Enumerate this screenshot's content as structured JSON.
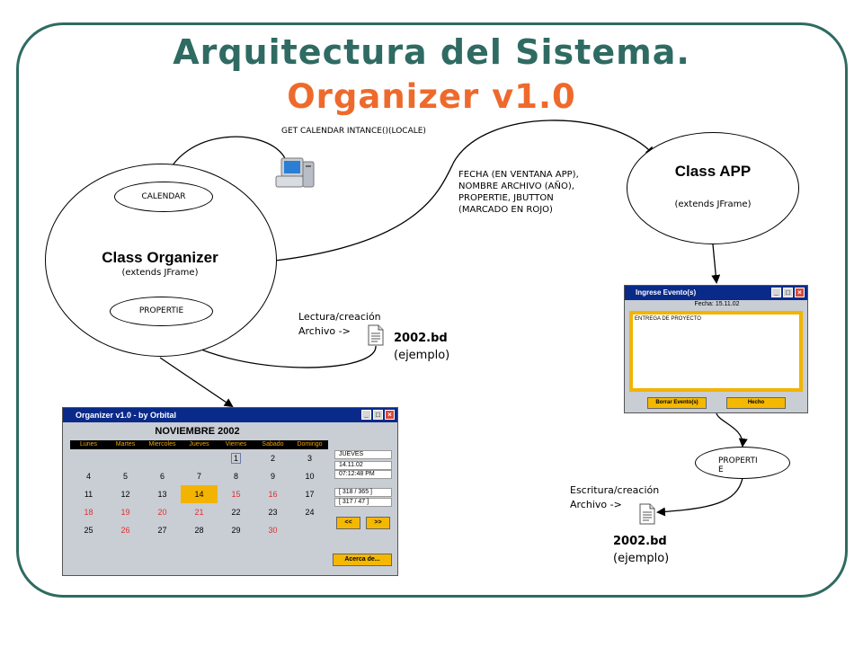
{
  "title": {
    "line1": "Arquitectura del Sistema.",
    "line2": "Organizer v1.0"
  },
  "colors": {
    "frame": "#2f6b62",
    "title1": "#2f6b62",
    "title2": "#ee6a2c",
    "accent_yellow": "#f2b400",
    "window_title": "#0a2a8a"
  },
  "diagram": {
    "get_calendar_label": "GET CALENDAR INTANCE()(LOCALE)",
    "computer_icon": "computer-icon",
    "organizer": {
      "class_name": "Class Organizer",
      "extends": "(extends JFrame)",
      "calendar_label": "CALENDAR",
      "propertie_label": "PROPERTIE"
    },
    "app": {
      "class_name": "Class APP",
      "extends": "(extends JFrame)"
    },
    "fecha_note": [
      "FECHA (EN VENTANA APP),",
      "NOMBRE ARCHIVO (AÑO),",
      "PROPERTIE, JBUTTON",
      "(MARCADO EN ROJO)"
    ],
    "lectura_label": [
      "Lectura/creación",
      "Archivo ->"
    ],
    "file_left": {
      "name": "2002.bd",
      "note": "(ejemplo)"
    },
    "escritura_label": [
      "Escritura/creación",
      "Archivo ->"
    ],
    "file_right": {
      "name": "2002.bd",
      "note": "(ejemplo)"
    },
    "properti_label": [
      "PROPERTI",
      "E"
    ]
  },
  "organizer_window": {
    "title": "Organizer v1.0  -  by Orbital",
    "month": "NOVIEMBRE 2002",
    "weekdays": [
      "Lunes",
      "Martes",
      "Miercoles",
      "Jueves",
      "Viernes",
      "Sabado",
      "Domingo"
    ],
    "weeks": [
      [
        "",
        "",
        "",
        "",
        "1",
        "2",
        "3"
      ],
      [
        "4",
        "5",
        "6",
        "7",
        "8",
        "9",
        "10"
      ],
      [
        "11",
        "12",
        "13",
        "14",
        "15",
        "16",
        "17"
      ],
      [
        "18",
        "19",
        "20",
        "21",
        "22",
        "23",
        "24"
      ],
      [
        "25",
        "26",
        "27",
        "28",
        "29",
        "30",
        ""
      ]
    ],
    "side": {
      "day": "JUEVES",
      "date": "14.11.02",
      "time": "07:12:48 PM",
      "counter1": "[ 318 / 365 ]",
      "counter2": "[ 317 / 47 ]",
      "prev": "<<",
      "next": ">>",
      "about": "Acerca de..."
    }
  },
  "event_window": {
    "title": "Ingrese Evento(s)",
    "fecha_label": "Fecha:",
    "fecha_value": "15.11.02",
    "text": "ENTREGA DE PROYECTO",
    "delete_button": "Borrar Evento(s)",
    "done_button": "Hecho"
  }
}
